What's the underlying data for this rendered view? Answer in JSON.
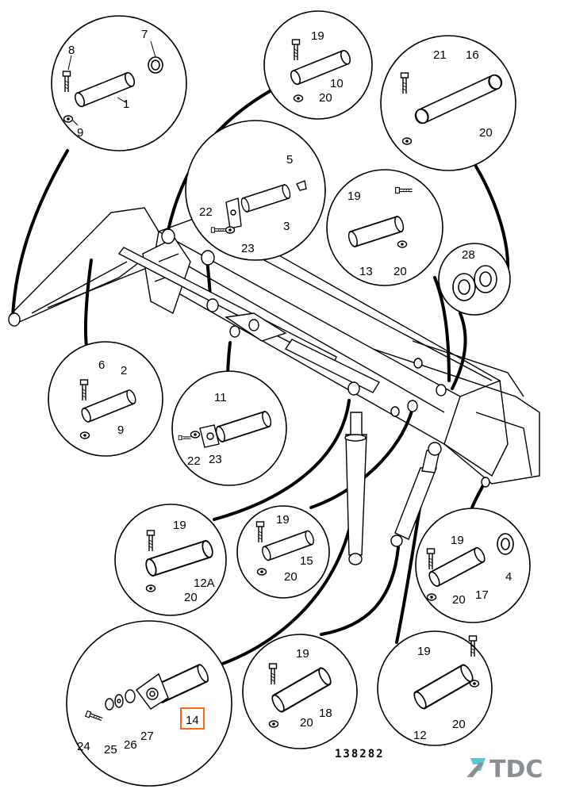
{
  "reference": "138282",
  "brand": "TDC",
  "highlight_color": "#f26b1d",
  "brand_color": "#8a8f96",
  "brand_icon_color": "#5ec4d6",
  "labels": {
    "l1": "1",
    "l2": "2",
    "l3": "3",
    "l4": "4",
    "l5": "5",
    "l6": "6",
    "l7": "7",
    "l8": "8",
    "l9a": "9",
    "l9b": "9",
    "l10": "10",
    "l11": "11",
    "l12": "12",
    "l12A": "12A",
    "l13": "13",
    "l14": "14",
    "l15": "15",
    "l16": "16",
    "l17": "17",
    "l18": "18",
    "l19a": "19",
    "l19b": "19",
    "l19c": "19",
    "l19d": "19",
    "l19e": "19",
    "l19f": "19",
    "l19g": "19",
    "l20a": "20",
    "l20b": "20",
    "l20c": "20",
    "l20d": "20",
    "l20e": "20",
    "l20f": "20",
    "l20g": "20",
    "l20h": "20",
    "l21": "21",
    "l22a": "22",
    "l22b": "22",
    "l23a": "23",
    "l23b": "23",
    "l24": "24",
    "l25": "25",
    "l26": "26",
    "l27": "27",
    "l28": "28"
  }
}
